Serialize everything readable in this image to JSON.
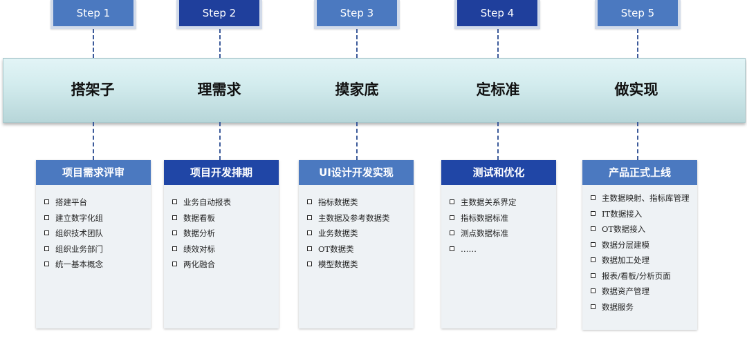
{
  "steps": [
    {
      "label": "Step 1"
    },
    {
      "label": "Step 2"
    },
    {
      "label": "Step 3"
    },
    {
      "label": "Step 4"
    },
    {
      "label": "Step 5"
    }
  ],
  "phases": [
    {
      "label": "搭架子"
    },
    {
      "label": "理需求"
    },
    {
      "label": "摸家底"
    },
    {
      "label": "定标准"
    },
    {
      "label": "做实现"
    }
  ],
  "cards": [
    {
      "title": "项目需求评审",
      "items": [
        "搭建平台",
        "建立数字化组",
        "组织技术团队",
        "组织业务部门",
        "统一基本概念"
      ]
    },
    {
      "title": "项目开发排期",
      "items": [
        "业务自动报表",
        "数据看板",
        "数据分析",
        "绩效对标",
        "两化融合"
      ]
    },
    {
      "title": "UI设计开发实现",
      "items": [
        "指标数据类",
        "主数据及参考数据类",
        "业务数据类",
        "OT数据类",
        "模型数据类"
      ]
    },
    {
      "title": "测试和优化",
      "items": [
        "主数据关系界定",
        "指标数据标准",
        "测点数据标准",
        "……"
      ]
    },
    {
      "title": "产品正式上线",
      "items": [
        "主数据映射、指标库管理",
        "IT数据接入",
        "OT数据接入",
        "数据分层建模",
        "数据加工处理",
        "报表/看板/分析页面",
        "数据资产管理",
        "数据服务"
      ]
    }
  ]
}
